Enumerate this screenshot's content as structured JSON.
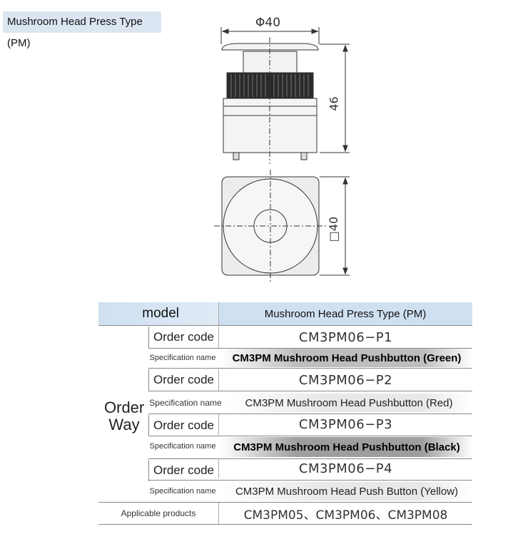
{
  "title": "Mushroom Head Press Type (PM)",
  "drawing": {
    "diameter_label": "Φ40",
    "height_label": "46",
    "square_label": "□40"
  },
  "table": {
    "header_left": "model",
    "header_right": "Mushroom Head Press Type (PM)",
    "group_label_line1": "Order",
    "group_label_line2": "Way",
    "order_code_label": "Order code",
    "spec_name_label": "Specification name",
    "rows": [
      {
        "code": "CM3PM06−P1",
        "spec": "CM3PM Mushroom Head Pushbutton (Green)"
      },
      {
        "code": "CM3PM06−P2",
        "spec": "CM3PM Mushroom Head Pushbutton (Red)"
      },
      {
        "code": "CM3PM06−P3",
        "spec": "CM3PM Mushroom Head Pushbutton (Black)"
      },
      {
        "code": "CM3PM06−P4",
        "spec": "CM3PM Mushroom Head Push Button (Yellow)"
      }
    ],
    "applicable_label": "Applicable products",
    "applicable_value": "CM3PM05、CM3PM06、CM3PM08"
  }
}
